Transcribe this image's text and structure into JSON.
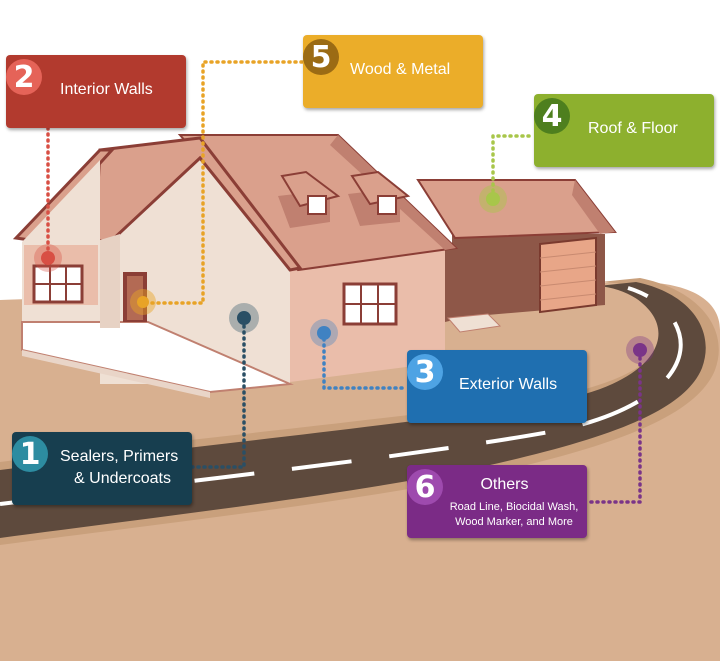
{
  "colors": {
    "ground": "#d8b090",
    "road": "#5e4a3d",
    "road_edge": "#c9a07c",
    "road_mark": "#ffffff",
    "roof": "#daa08c",
    "roof_dark": "#c08070",
    "trim": "#8b3e36",
    "wall_light": "#efe0d4",
    "wall_pink": "#eabdaa",
    "garage_wall": "#8e5748",
    "garage_door": "#e8a688"
  },
  "categories": [
    {
      "id": "1",
      "number": "1",
      "label_lines": [
        "Sealers, Primers",
        "& Undercoats"
      ],
      "color": "#173e4f",
      "badge": "#2d8ca1",
      "dot": "#2a4f65"
    },
    {
      "id": "2",
      "number": "2",
      "label_lines": [
        "Interior Walls"
      ],
      "color": "#b23a2e",
      "badge": "#e56358",
      "dot": "#d84f44"
    },
    {
      "id": "3",
      "number": "3",
      "label_lines": [
        "Exterior Walls"
      ],
      "color": "#1f6fb0",
      "badge": "#4ea3e4",
      "dot": "#3f82c2"
    },
    {
      "id": "4",
      "number": "4",
      "label_lines": [
        "Roof & Floor"
      ],
      "color": "#8db02e",
      "badge": "#4e7f1e",
      "dot": "#a8c64a"
    },
    {
      "id": "5",
      "number": "5",
      "label_lines": [
        "Wood & Metal"
      ],
      "color": "#ebad29",
      "badge": "#9b6b14",
      "dot": "#e8a326"
    },
    {
      "id": "6",
      "number": "6",
      "label_lines": [
        "Others"
      ],
      "sub_lines": [
        "Road Line, Biocidal Wash,",
        "Wood Marker, and More"
      ],
      "color": "#7b2b86",
      "badge": "#9e4aae",
      "dot": "#7a3488"
    }
  ]
}
